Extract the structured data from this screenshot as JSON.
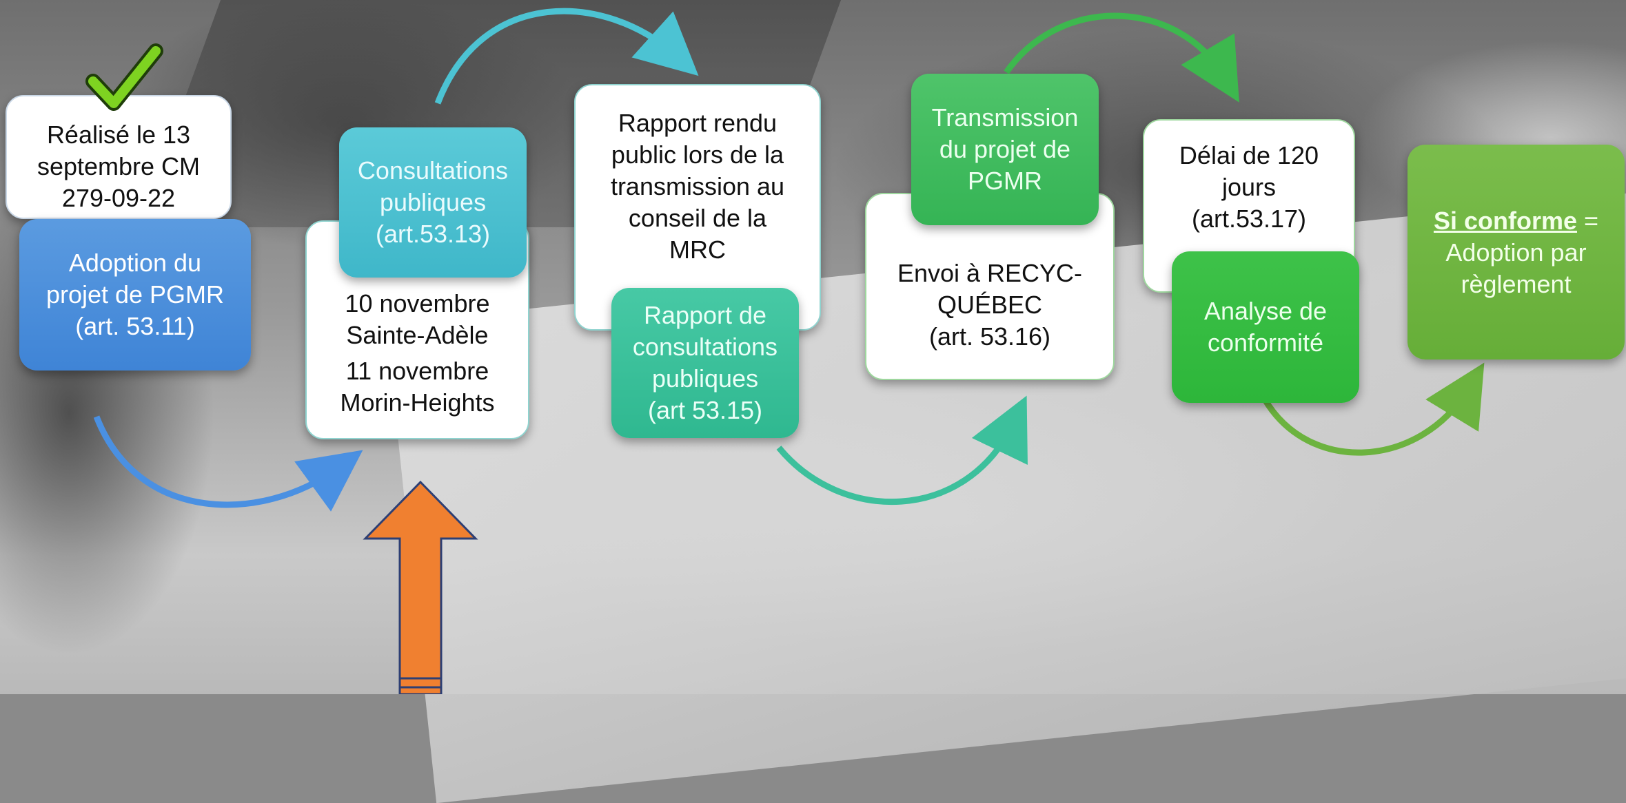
{
  "colors": {
    "blue": "#4a90e2",
    "cyan": "#4cc3d3",
    "aqua": "#3cc09c",
    "green": "#3db84e",
    "olive_green": "#6cb33f",
    "orange": "#f08030",
    "check": "#7ed321"
  },
  "icons": [
    "checkmark-icon",
    "up-arrow-icon"
  ],
  "steps": [
    {
      "note_lines": [
        "Réalisé le 13",
        "septembre CM",
        "279-09-22"
      ],
      "title_lines": [
        "Adoption du",
        "projet de PGMR",
        "(art. 53.11)"
      ],
      "completed": true
    },
    {
      "title_lines": [
        "Consultations",
        "publiques",
        "(art.53.13)"
      ],
      "note_lines": [
        "10 novembre",
        "Sainte-Adèle",
        "11 novembre",
        "Morin-Heights"
      ],
      "current": true
    },
    {
      "note_lines": [
        "Rapport rendu",
        "public lors de la",
        "transmission au",
        "conseil de la",
        "MRC"
      ],
      "title_lines": [
        "Rapport de",
        "consultations",
        "publiques",
        "(art 53.15)"
      ]
    },
    {
      "title_lines": [
        "Transmission",
        "du projet de",
        "PGMR"
      ],
      "note_lines": [
        "Envoi à RECYC-",
        "QUÉBEC",
        "(art. 53.16)"
      ]
    },
    {
      "note_lines": [
        "Délai de 120",
        "jours",
        "(art.53.17)"
      ],
      "title_lines": [
        "Analyse de",
        "conformité"
      ]
    },
    {
      "title_bold_underlined": "Si conforme",
      "title_suffix": " =",
      "title_lines": [
        "Adoption par",
        "règlement"
      ]
    }
  ]
}
